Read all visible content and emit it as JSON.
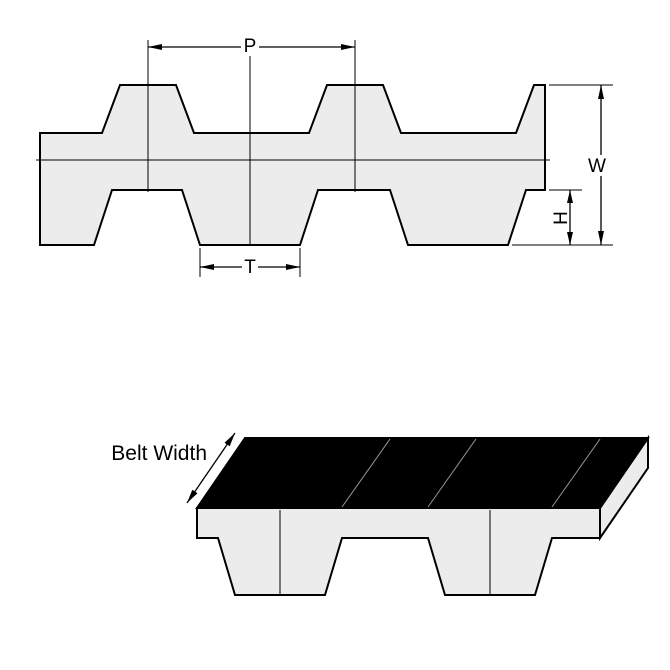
{
  "diagram": {
    "labels": {
      "pitch": "P",
      "belt_thickness": "W",
      "tooth_height": "H",
      "tooth_width": "T",
      "belt_width": "Belt Width"
    },
    "colors": {
      "belt_fill": "#ececec",
      "outline": "#000000",
      "top_surface_fill": "#000000",
      "background": "#ffffff",
      "separator_line": "#999999"
    }
  }
}
